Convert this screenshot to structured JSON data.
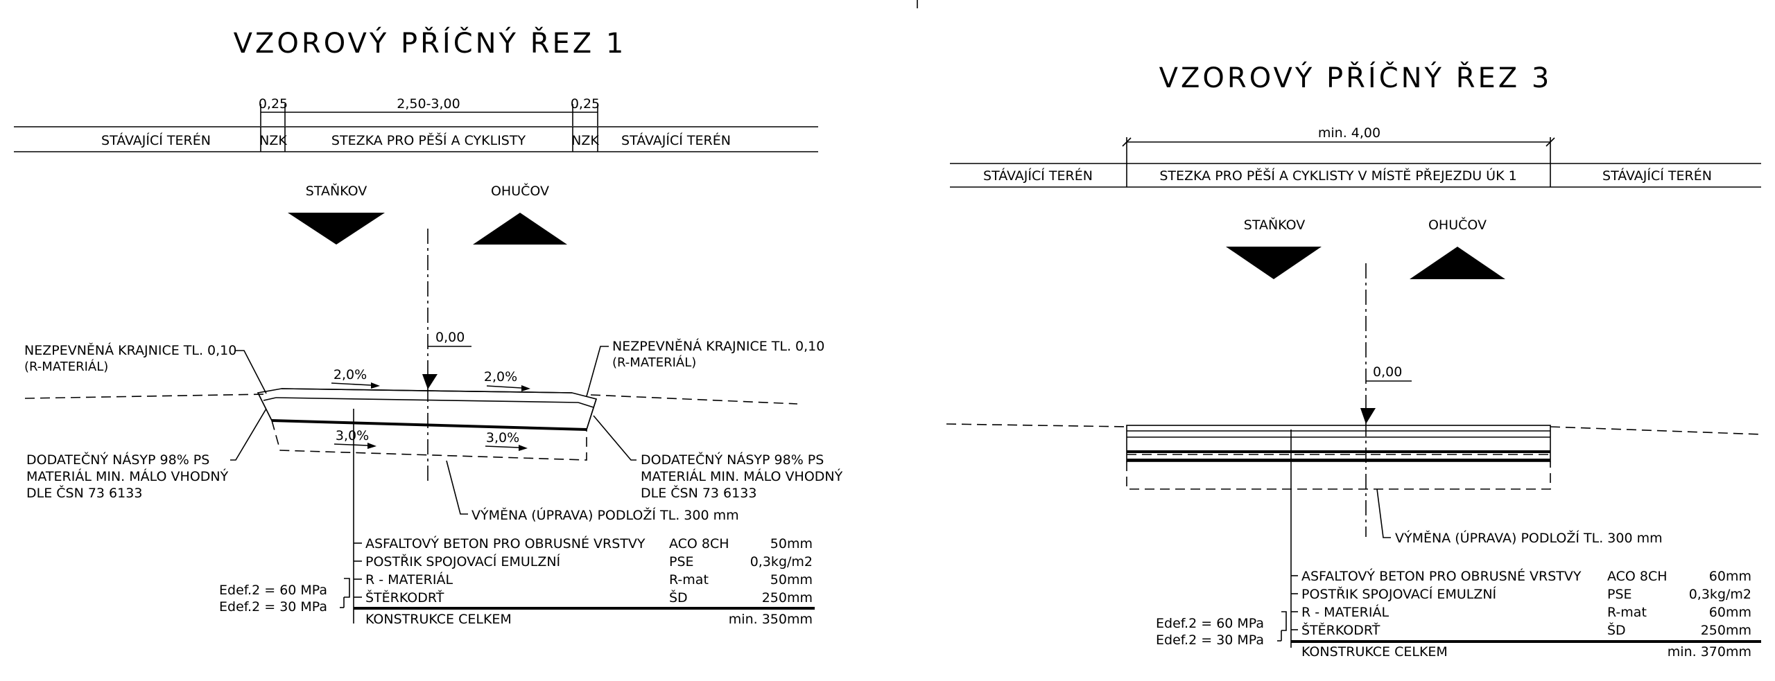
{
  "left": {
    "title": "VZOROVÝ PŘÍČNÝ ŘEZ 1",
    "dims": {
      "d1": "0,25",
      "d2": "2,50-3,00",
      "d3": "0,25"
    },
    "band": {
      "left": "STÁVAJÍCÍ TERÉN",
      "nzk1": "NZK",
      "center": "STEZKA PRO PĚŠÍ A CYKLISTY",
      "nzk2": "NZK",
      "right": "STÁVAJÍCÍ TERÉN"
    },
    "dir_left": "STAŇKOV",
    "dir_right": "OHUČOV",
    "level": "0,00",
    "note_tl": [
      "NEZPEVNĚNÁ KRAJNICE TL. 0,10",
      "(R-MATERIÁL)"
    ],
    "note_tr": [
      "NEZPEVNĚNÁ KRAJNICE TL. 0,10",
      "(R-MATERIÁL)"
    ],
    "slopes": {
      "top_l": "2,0%",
      "top_r": "2,0%",
      "bot_l": "3,0%",
      "bot_r": "3,0%"
    },
    "note_bl": [
      "DODATEČNÝ NÁSYP 98% PS",
      "MATERIÁL MIN. MÁLO VHODNÝ",
      "DLE ČSN 73 6133"
    ],
    "note_br": [
      "DODATEČNÝ NÁSYP 98% PS",
      "MATERIÁL MIN. MÁLO VHODNÝ",
      "DLE ČSN 73 6133"
    ],
    "subgrade": "VÝMĚNA (ÚPRAVA) PODLOŽÍ TL. 300 mm",
    "layers": [
      {
        "name": "ASFALTOVÝ BETON PRO OBRUSNÉ VRSTVY",
        "code": "ACO 8CH",
        "thick": "50mm"
      },
      {
        "name": "POSTŘIK SPOJOVACÍ EMULZNÍ",
        "code": "PSE",
        "thick": "0,3kg/m2"
      },
      {
        "name": "R - MATERIÁL",
        "code": "R-mat",
        "thick": "50mm"
      },
      {
        "name": "ŠTĚRKODRŤ",
        "code": "ŠD",
        "thick": "250mm"
      }
    ],
    "edef1": "Edef.2 = 60 MPa",
    "edef2": "Edef.2 = 30 MPa",
    "total_label": "KONSTRUKCE CELKEM",
    "total_value": "min. 350mm"
  },
  "right": {
    "title": "VZOROVÝ PŘÍČNÝ ŘEZ 3",
    "dim": "min. 4,00",
    "band": {
      "left": "STÁVAJÍCÍ TERÉN",
      "center": "STEZKA PRO PĚŠÍ A CYKLISTY V MÍSTĚ PŘEJEZDU ÚK 1",
      "right": "STÁVAJÍCÍ TERÉN"
    },
    "dir_left": "STAŇKOV",
    "dir_right": "OHUČOV",
    "level": "0,00",
    "subgrade": "VÝMĚNA (ÚPRAVA) PODLOŽÍ TL. 300 mm",
    "layers": [
      {
        "name": "ASFALTOVÝ BETON PRO OBRUSNÉ VRSTVY",
        "code": "ACO 8CH",
        "thick": "60mm"
      },
      {
        "name": "POSTŘIK SPOJOVACÍ EMULZNÍ",
        "code": "PSE",
        "thick": "0,3kg/m2"
      },
      {
        "name": "R - MATERIÁL",
        "code": "R-mat",
        "thick": "60mm"
      },
      {
        "name": "ŠTĚRKODRŤ",
        "code": "ŠD",
        "thick": "250mm"
      }
    ],
    "edef1": "Edef.2 = 60 MPa",
    "edef2": "Edef.2 = 30 MPa",
    "total_label": "KONSTRUKCE CELKEM",
    "total_value": "min. 370mm"
  }
}
